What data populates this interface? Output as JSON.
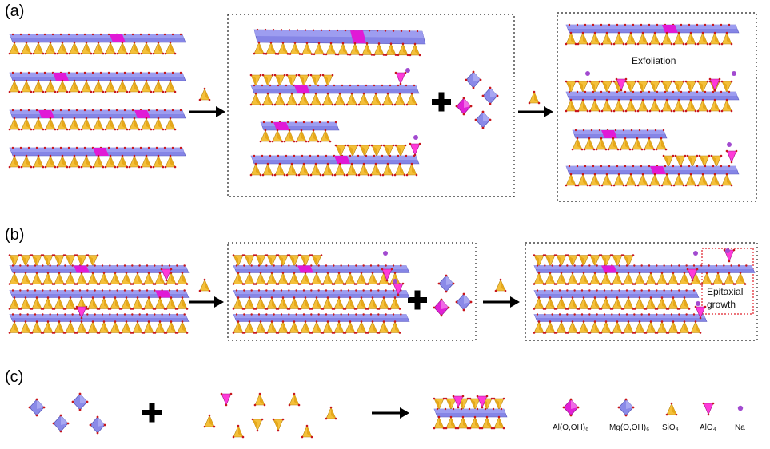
{
  "panels": {
    "a": {
      "label": "(a)",
      "note": "Exfoliation"
    },
    "b": {
      "label": "(b)",
      "note_line1": "Epitaxial",
      "note_line2": "growth"
    },
    "c": {
      "label": "(c)"
    }
  },
  "legend": [
    {
      "label": "Al(O,OH)₆",
      "icon": "al-octahedron-icon",
      "color": "#e01ad6"
    },
    {
      "label": "Mg(O,OH)₆",
      "icon": "mg-octahedron-icon",
      "color": "#7f7fe0"
    },
    {
      "label": "SiO₄",
      "icon": "sio4-tetrahedron-icon",
      "color": "#f2b52a"
    },
    {
      "label": "AlO₄",
      "icon": "alo4-tetrahedron-icon",
      "color": "#ff2ad4"
    },
    {
      "label": "Na",
      "icon": "na-atom-icon",
      "color": "#a24ad0"
    }
  ],
  "colors": {
    "mg_ribbon": "#8585e6",
    "al_octa": "#e01ad6",
    "si_tetra": "#f0b42a",
    "al_tetra": "#ff2ad4",
    "oxygen": "#c8161c",
    "na": "#a24ad0",
    "red_box": "#e0202a"
  }
}
